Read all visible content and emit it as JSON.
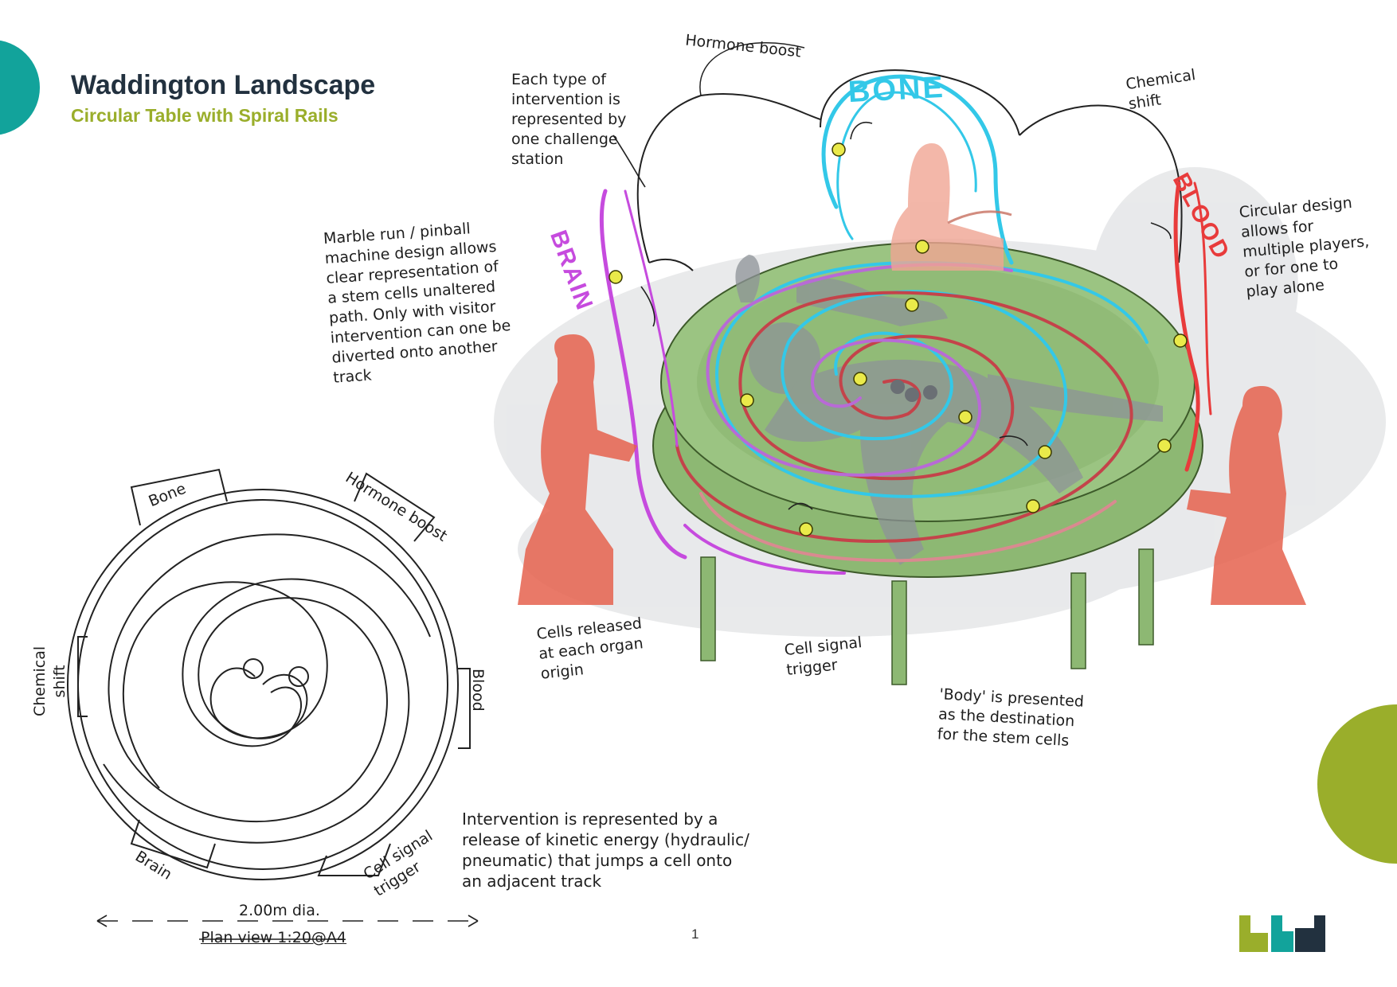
{
  "header": {
    "title": "Waddington Landscape",
    "subtitle": "Circular Table with Spiral Rails"
  },
  "colors": {
    "teal": "#12a39b",
    "olive": "#9aae2b",
    "navy": "#22313f",
    "table_green": "#8db873",
    "figure_red": "#e5624e",
    "brain": "#c64bde",
    "bone": "#33c8e8",
    "blood": "#e83b3b",
    "ball": "#eaea4a"
  },
  "organ_labels": {
    "bone": "BONE",
    "brain": "BRAIN",
    "blood": "BLOOD"
  },
  "annotations": {
    "hormone_boost": "Hormone boost",
    "chemical_shift": "Chemical\nshift",
    "each_type": "Each type of\nintervention is\nrepresented by\none challenge\nstation",
    "marble_run": "Marble run / pinball\nmachine design allows\nclear representation of\na stem cells unaltered\npath. Only with visitor\nintervention can one be\ndiverted onto another\ntrack",
    "circular_design": "Circular design\nallows for\nmultiple players,\nor for one to\nplay alone",
    "cells_released": "Cells released\nat each organ\norigin",
    "cell_signal": "Cell signal\ntrigger",
    "body_presented": "'Body' is presented\nas the destination\nfor the stem cells",
    "intervention": "Intervention is represented by a\nrelease of kinetic energy (hydraulic/\npneumatic) that jumps a cell onto\nan adjacent track"
  },
  "plan": {
    "bone": "Bone",
    "hormone_boost": "Hormone boost",
    "chemical_shift": "Chemical\nshift",
    "blood": "Blood",
    "brain": "Brain",
    "cell_signal": "Cell signal\ntrigger",
    "dimension": "2.00m dia.",
    "scale": "Plan view 1:20@A4"
  },
  "footer": {
    "page_number": "1",
    "logo_text": "hkd"
  }
}
